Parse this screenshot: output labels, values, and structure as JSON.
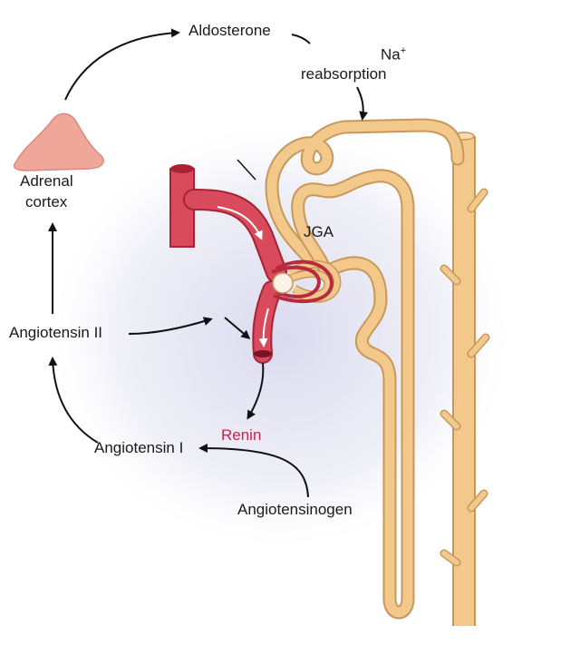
{
  "labels": {
    "aldosterone": "Aldosterone",
    "na_plus": "Na",
    "na_sup": "+",
    "reabsorption": "reabsorption",
    "adrenal": "Adrenal",
    "cortex": "cortex",
    "jga": "JGA",
    "angiotensin_ii": "Angiotensin II",
    "renin": "Renin",
    "angiotensin_i": "Angiotensin I",
    "angiotensinogen": "Angiotensinogen"
  },
  "colors": {
    "tubule": "#f3c98b",
    "tubule_edge": "#c8975a",
    "vessel": "#d94a5c",
    "vessel_dark": "#a82236",
    "adrenal": "#f0a79a",
    "renin": "#d0204a",
    "halo": "#dcdcef"
  }
}
